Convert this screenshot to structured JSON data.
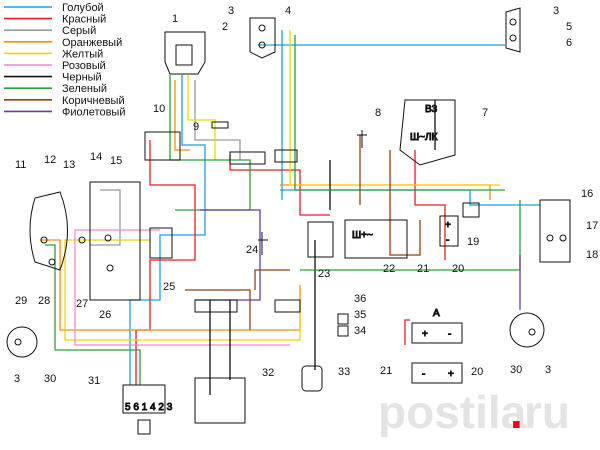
{
  "legend": [
    {
      "label": "Голубой",
      "color": "#1da0e6"
    },
    {
      "label": "Красный",
      "color": "#e31e24"
    },
    {
      "label": "Серый",
      "color": "#9a9a9a"
    },
    {
      "label": "Оранжевый",
      "color": "#f39200"
    },
    {
      "label": "Желтый",
      "color": "#f2d500"
    },
    {
      "label": "Розовый",
      "color": "#f08ad0"
    },
    {
      "label": "Черный",
      "color": "#111111"
    },
    {
      "label": "Зеленый",
      "color": "#2aa13a"
    },
    {
      "label": "Коричневый",
      "color": "#8b4513"
    },
    {
      "label": "Фиолетовый",
      "color": "#6a3ba0"
    }
  ],
  "numbers": [
    "1",
    "2",
    "3",
    "4",
    "3",
    "5",
    "6",
    "7",
    "8",
    "9",
    "10",
    "11",
    "12",
    "13",
    "14",
    "15",
    "16",
    "17",
    "18",
    "19",
    "20",
    "21",
    "22",
    "23",
    "24",
    "25",
    "26",
    "27",
    "28",
    "29",
    "3",
    "30",
    "31",
    "32",
    "33",
    "34",
    "35",
    "36",
    "20",
    "21",
    "30",
    "3"
  ],
  "components": {
    "regulator_label": "В3",
    "regulator_terminals": "Ш~ЛК",
    "generator_label": "Ш+~",
    "battery_label": "A",
    "battery_plus": "+",
    "battery_minus": "-",
    "battery_plus2": "+",
    "battery_minus2": "-",
    "battery_plus3": "+",
    "battery_minus3": "-",
    "ignition_terminals": "5 6 1 4 2 3"
  },
  "watermark": {
    "word": "postila",
    "dot": ".",
    "tld": "ru"
  }
}
